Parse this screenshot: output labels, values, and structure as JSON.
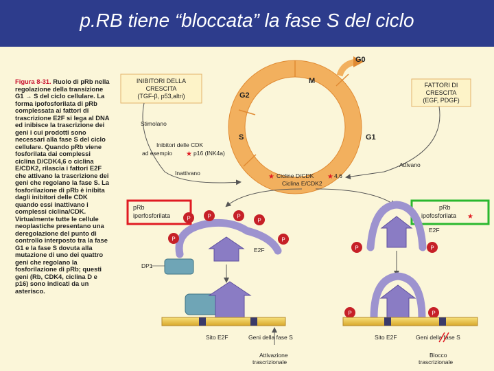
{
  "header": {
    "title": "p.RB tiene “bloccata” la fase S del ciclo"
  },
  "caption": {
    "figure_label": "Figura 8-31.",
    "text": "Ruolo di pRb nella regolazione della transizione G1 → S del ciclo cellulare. La forma ipofosforilata di pRb complessata ai fattori di trascrizione E2F si lega al DNA ed inibisce la trascrizione dei geni i cui prodotti sono necessari alla fase S del ciclo cellulare. Quando pRb viene fosforilata dai complessi ciclina D/CDK4,6 o ciclina E/CDK2, rilascia i fattori E2F che attivano la trascrizione dei geni che regolano la fase S. La fosforilazione di pRb è inibita dagli inibitori delle CDK quando essi inattivano i complessi ciclina/CDK. Virtualmente tutte le cellule neoplastiche presentano una deregolazione del punto di controllo interposto tra la fase G1 e la fase S dovuta alla mutazione di uno dei quattro geni che regolano la fosforilazione di pRb; questi geni (Rb, CDK4, ciclina D e p16) sono indicati da un asterisco."
  },
  "cycle": {
    "g0": "G0",
    "m": "M",
    "g2": "G2",
    "s": "S",
    "g1": "G1"
  },
  "inhibitors_box": {
    "line1": "INIBITORI DELLA",
    "line2": "CRESCITA",
    "line3": "(TGF-β, p53,altri)"
  },
  "factors_box": {
    "line1": "FATTORI DI",
    "line2": "CRESCITA",
    "line3": "(EGF, PDGF)"
  },
  "labels": {
    "stimolano": "Stimolano",
    "cdk_inhib_1": "Inibitori delle CDK",
    "cdk_inhib_2": "ad esempio",
    "cdk_inhib_3": "p16 (INK4a)",
    "inattivano": "Inattivano",
    "attivano": "Attivano",
    "cyclins_1": "Cicline D/CDK",
    "cyclins_1b": "4,6",
    "cyclins_2": "Ciclina E/CDK2",
    "prb_hyper_1": "pRb",
    "prb_hyper_2": "iperfosforilata",
    "prb_hypo_1": "pRb",
    "prb_hypo_2": "ipofosforilata",
    "e2f_left": "E2F",
    "e2f_right": "E2F",
    "dp1": "DP1",
    "p": "P",
    "sito_left": "Sito E2F",
    "geni_left": "Geni della fase S",
    "sito_right": "Sito E2F",
    "geni_right": "Geni della fase S",
    "attivazione_1": "Attivazione",
    "attivazione_2": "trascrizionale",
    "blocco_1": "Blocco",
    "blocco_2": "trascrizionale"
  },
  "colors": {
    "header_bg": "#2d3c8c",
    "ring": "#f2b05e",
    "highlight_red": "#e01b22",
    "highlight_green": "#2ab82e",
    "phosphate": "#c62027",
    "protein_purple": "#8a7cc4",
    "dna_yellow": "#f3d250"
  }
}
